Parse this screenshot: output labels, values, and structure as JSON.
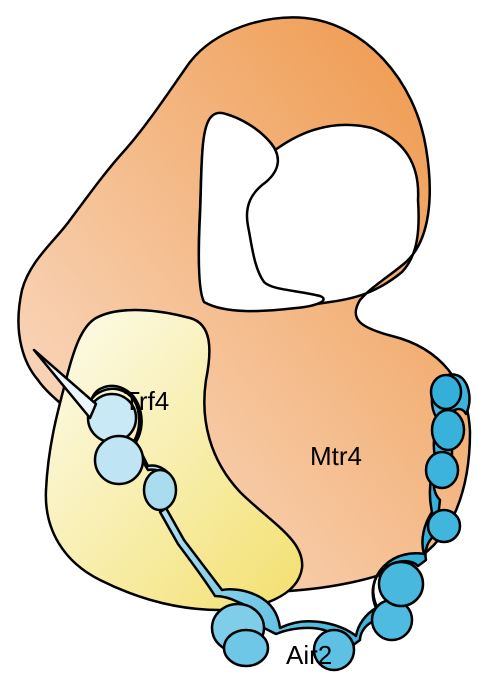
{
  "diagram": {
    "proteins": {
      "mtr4": {
        "label": "Mtr4",
        "color_light": "#fbe1d0",
        "color_dark": "#ee9a4c"
      },
      "trf4": {
        "label": "Trf4",
        "color_light": "#fdfbea",
        "color_dark": "#f4e27a"
      },
      "air2": {
        "label": "Air2",
        "color_light": "#e6f4fb",
        "color_dark": "#3cb4dc"
      }
    },
    "outline_color": "#000000"
  }
}
